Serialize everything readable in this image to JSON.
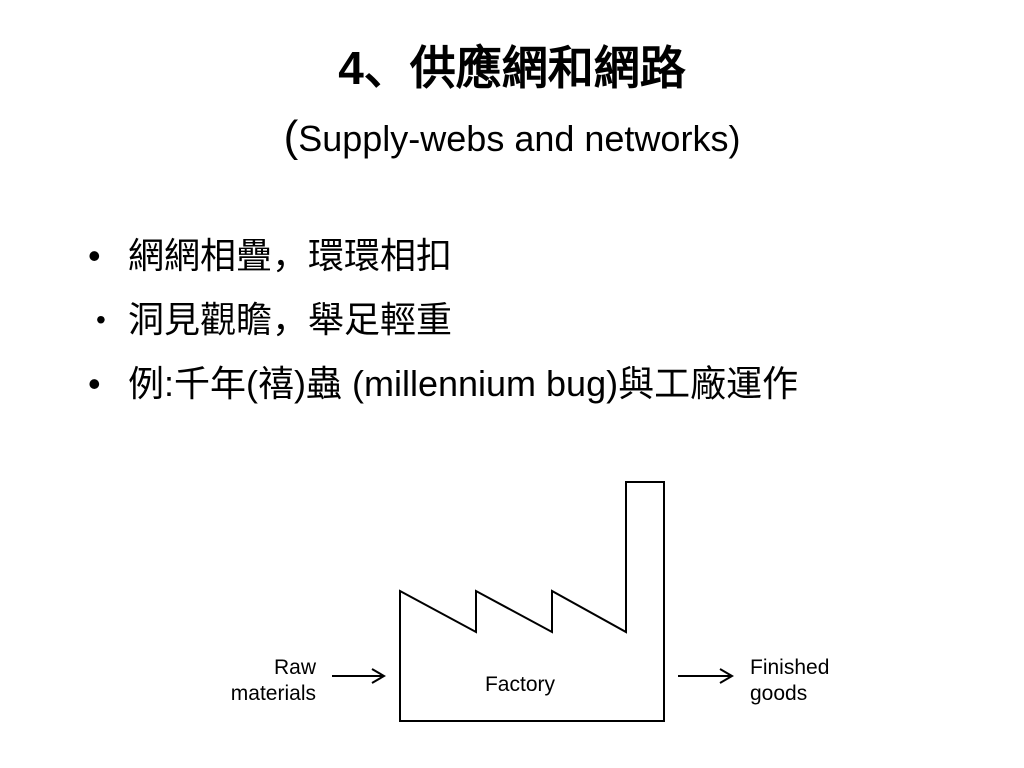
{
  "title": {
    "line1": "4、供應網和網路",
    "line2_open": "(",
    "line2_text": "Supply-webs and networks)"
  },
  "bullets": [
    {
      "marker": "•",
      "text": "網網相疊，環環相扣"
    },
    {
      "marker": "•",
      "text": "洞見觀瞻，舉足輕重"
    },
    {
      "marker": "•",
      "text": "例:千年(禧)蟲 (millennium bug)與工廠運作"
    }
  ],
  "diagram": {
    "input_label_line1": "Raw",
    "input_label_line2": "materials",
    "center_label": "Factory",
    "output_label_line1": "Finished",
    "output_label_line2": "goods"
  }
}
